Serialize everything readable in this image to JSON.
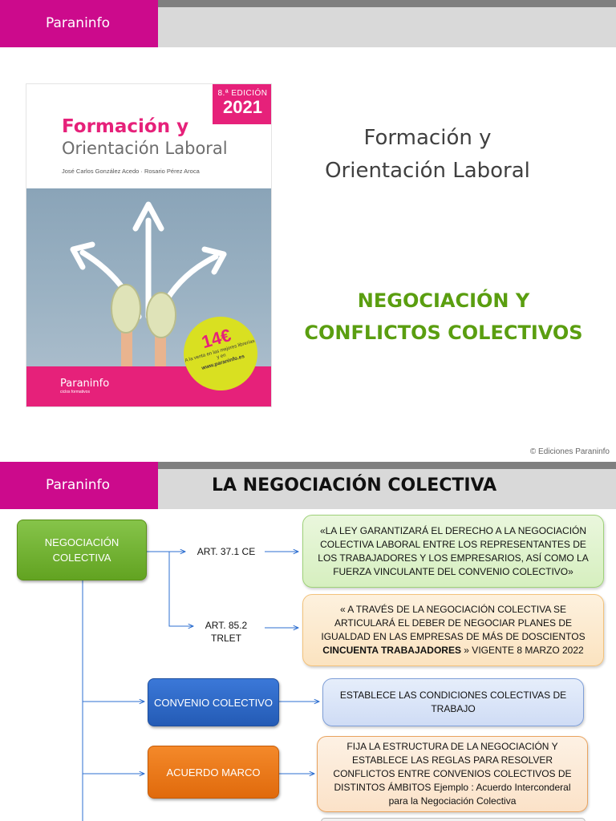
{
  "brand": "Paraninfo",
  "slide1": {
    "cover": {
      "edition": "8.ª EDICIÓN",
      "year": "2021",
      "title_line1": "Formación y",
      "title_line2": "Orientación Laboral",
      "authors": "José Carlos González Acedo  ·  Rosario Pérez Aroca",
      "price": "14€",
      "price_note": "A la venta en las mejores librerías y en",
      "price_web": "www.paraninfo.es",
      "publisher_logo": "Paraninfo",
      "publisher_sub": "ciclos formativos"
    },
    "title": "Formación y Orientación Laboral",
    "subtitle": "NEGOCIACIÓN Y CONFLICTOS COLECTIVOS",
    "copyright": "© Ediciones Paraninfo",
    "colors": {
      "brand": "#cc0a8c",
      "subtitle": "#5a9e10"
    }
  },
  "slide2": {
    "title": "LA NEGOCIACIÓN COLECTIVA",
    "nodes": {
      "negociacion": "NEGOCIACIÓN COLECTIVA",
      "convenio": "CONVENIO COLECTIVO",
      "acuerdo": "ACUERDO MARCO"
    },
    "labels": {
      "art37": "ART. 37.1 CE",
      "art85": "ART. 85.2 TRLET"
    },
    "info": {
      "art37": "«LA LEY GARANTIZARÁ EL DERECHO A LA NEGOCIACIÓN COLECTIVA LABORAL ENTRE LOS REPRESENTANTES DE LOS TRABAJADORES Y LOS EMPRESARIOS, ASÍ COMO LA FUERZA VINCULANTE DEL CONVENIO COLECTIVO»",
      "art85_before": "« A TRAVÉS DE LA NEGOCIACIÓN COLECTIVA SE ARTICULARÁ EL DEBER DE NEGOCIAR PLANES DE IGUALDAD EN LAS EMPRESAS DE MÁS DE DOSCIENTOS ",
      "art85_bold": "CINCUENTA TRABAJADORES",
      "art85_after": " » VIGENTE 8 MARZO 2022",
      "convenio": "ESTABLECE LAS CONDICIONES COLECTIVAS DE TRABAJO",
      "acuerdo": "FIJA LA ESTRUCTURA DE LA NEGOCIACIÓN Y ESTABLECE LAS REGLAS PARA RESOLVER CONFLICTOS ENTRE CONVENIOS COLECTIVOS DE DISTINTOS ÁMBITOS Ejemplo : Acuerdo Interconderal para la Negociación Colectiva"
    },
    "colors": {
      "green": "#62a321",
      "blue": "#245bb5",
      "orange": "#e06a0c",
      "arrow": "#2e6fd0"
    }
  }
}
